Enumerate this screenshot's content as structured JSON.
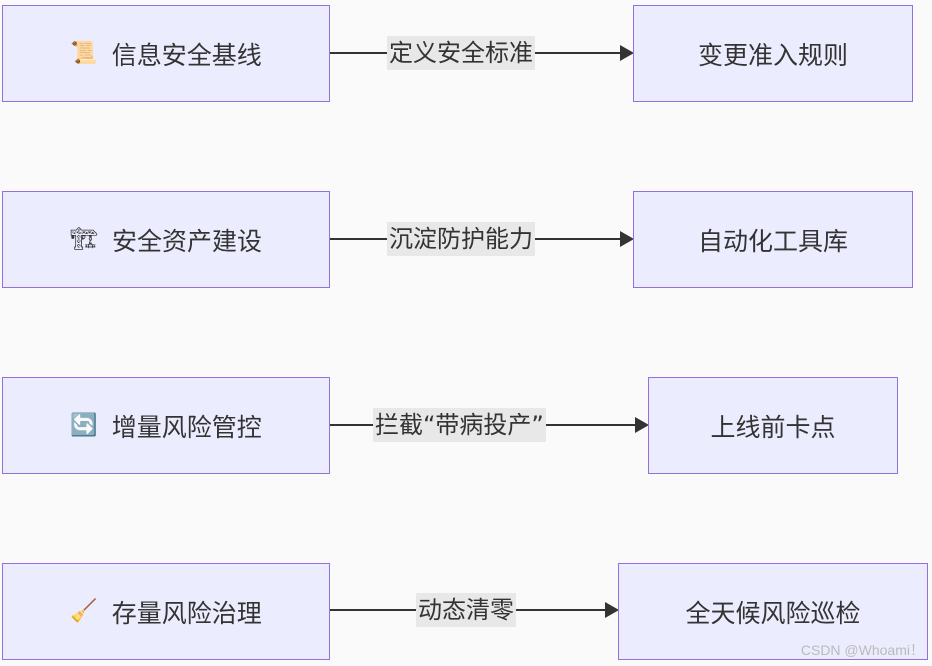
{
  "rows": [
    {
      "left": {
        "icon": "scroll-icon",
        "glyph": "📜",
        "label": "信息安全基线"
      },
      "edge_label": "定义安全标准",
      "right": {
        "label": "变更准入规则"
      }
    },
    {
      "left": {
        "icon": "construction-crane-icon",
        "glyph": "🏗",
        "label": "安全资产建设"
      },
      "edge_label": "沉淀防护能力",
      "right": {
        "label": "自动化工具库"
      }
    },
    {
      "left": {
        "icon": "refresh-icon",
        "glyph": "🔄",
        "label": "增量风险管控"
      },
      "edge_label": "拦截“带病投产”",
      "right": {
        "label": "上线前卡点"
      }
    },
    {
      "left": {
        "icon": "broom-icon",
        "glyph": "🧹",
        "label": "存量风险治理"
      },
      "edge_label": "动态清零",
      "right": {
        "label": "全天候风险巡检"
      }
    }
  ],
  "watermark": "CSDN @Whoami！",
  "colors": {
    "node_fill": "#ececff",
    "node_border": "#9370db",
    "edge": "#333333",
    "edge_label_bg": "#e8e8e8",
    "background": "#fafafa"
  }
}
